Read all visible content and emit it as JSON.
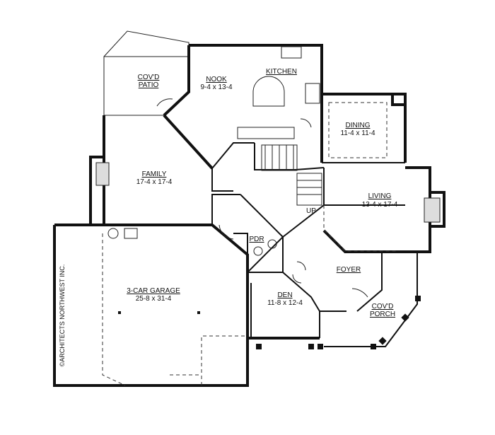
{
  "rooms": {
    "covd_patio": {
      "title_line1": "COV'D",
      "title_line2": "PATIO"
    },
    "nook": {
      "title": "NOOK",
      "dims": "9-4 x 13-4"
    },
    "kitchen": {
      "title": "KITCHEN"
    },
    "dining": {
      "title": "DINING",
      "dims": "11-4 x 11-4"
    },
    "family": {
      "title": "FAMILY",
      "dims": "17-4 x 17-4"
    },
    "living": {
      "title": "LIVING",
      "dims": "13-4 x 17-4"
    },
    "pdr": {
      "title": "PDR"
    },
    "foyer": {
      "title": "FOYER"
    },
    "garage": {
      "title": "3-CAR GARAGE",
      "dims": "25-8 x 31-4"
    },
    "den": {
      "title": "DEN",
      "dims": "11-8 x 12-4"
    },
    "covd_porch": {
      "title_line1": "COV'D",
      "title_line2": "PORCH"
    }
  },
  "stairs": {
    "up_label": "UP"
  },
  "copyright": "©ARCHITECTS NORTHWEST INC."
}
